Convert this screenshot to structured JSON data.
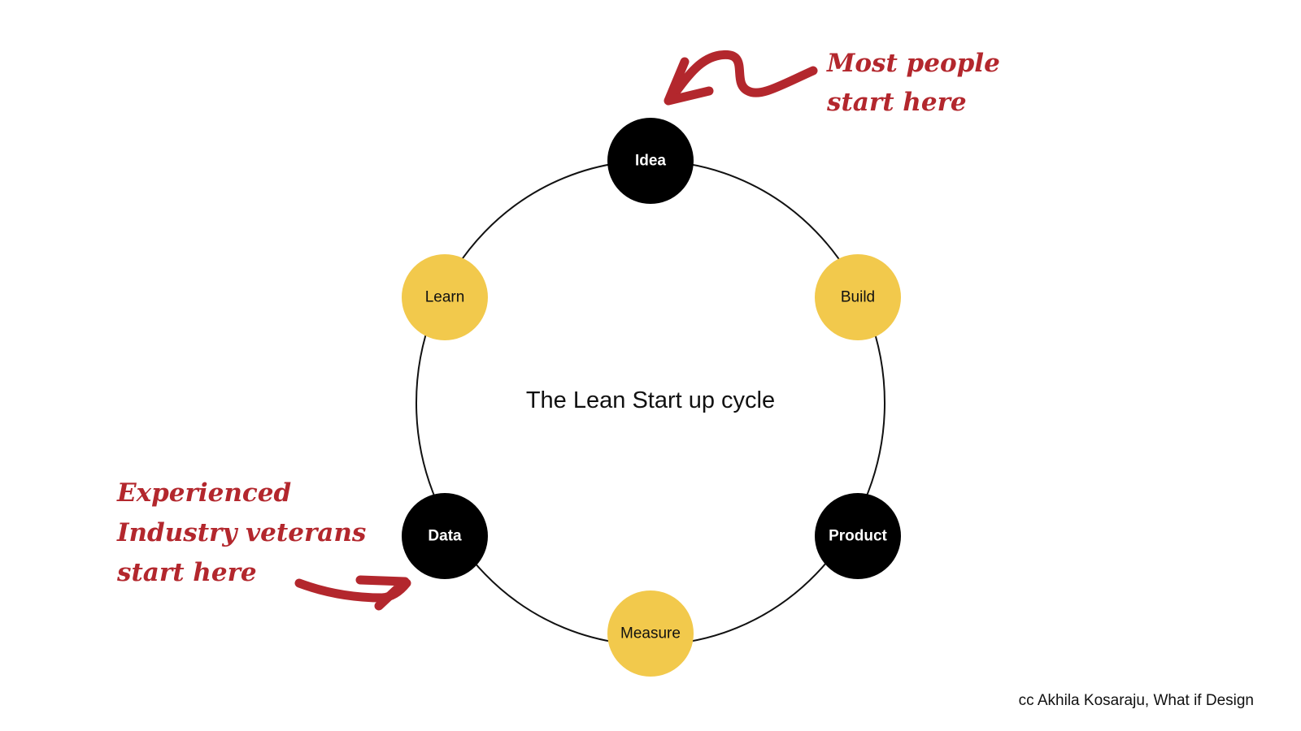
{
  "colors": {
    "background": "#ffffff",
    "ring": "#111111",
    "node_dark": "#000000",
    "node_light": "#f2c94c",
    "text_on_dark": "#ffffff",
    "text_on_light": "#111111",
    "annotation": "#b3272d"
  },
  "diagram": {
    "title": "The Lean Start up cycle",
    "nodes": [
      {
        "id": "idea",
        "label": "Idea",
        "style": "dark"
      },
      {
        "id": "build",
        "label": "Build",
        "style": "light"
      },
      {
        "id": "product",
        "label": "Product",
        "style": "dark"
      },
      {
        "id": "measure",
        "label": "Measure",
        "style": "light"
      },
      {
        "id": "data",
        "label": "Data",
        "style": "dark"
      },
      {
        "id": "learn",
        "label": "Learn",
        "style": "light"
      }
    ]
  },
  "annotations": {
    "top": {
      "lines": [
        "Most people",
        "start here"
      ],
      "points_to": "idea",
      "icon": "curved-arrow-icon"
    },
    "bottom": {
      "lines": [
        "Experienced",
        "Industry veterans",
        "start here"
      ],
      "points_to": "data",
      "icon": "curved-arrow-icon"
    }
  },
  "credit": "cc Akhila Kosaraju, What if Design"
}
